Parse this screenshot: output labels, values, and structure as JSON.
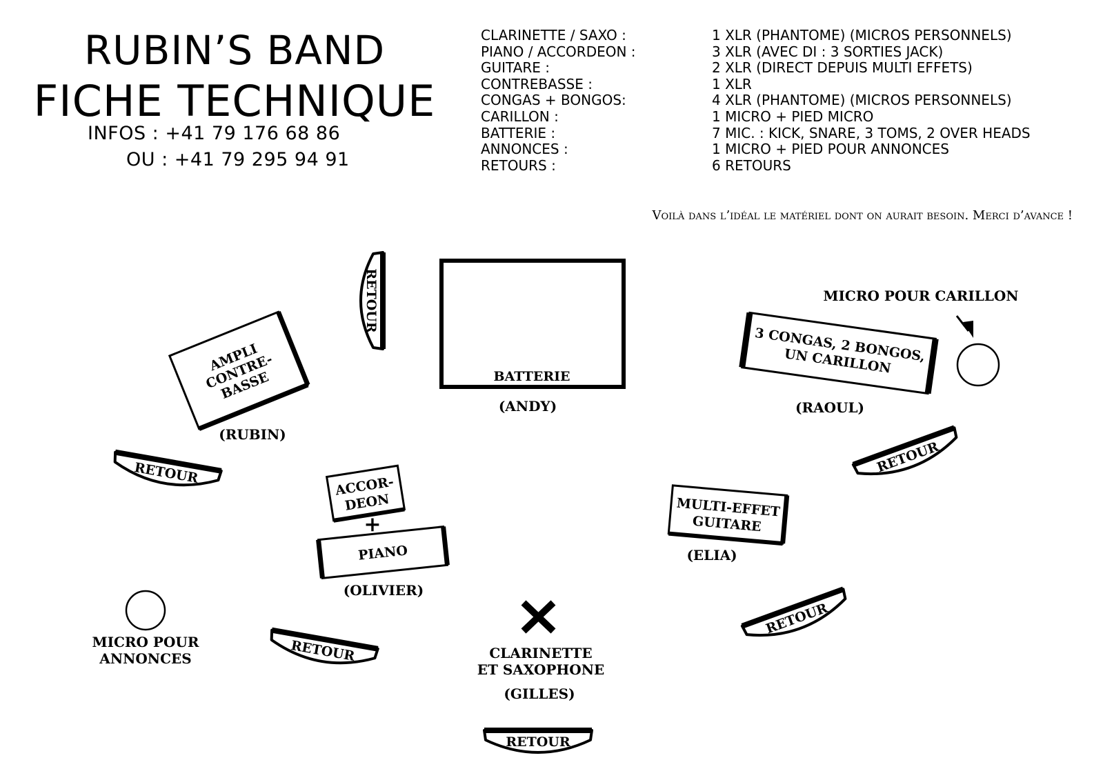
{
  "header": {
    "title_line1": "RUBIN’S BAND",
    "title_line2": "FICHE TECHNIQUE",
    "contact_line1": "INFOS : +41 79 176 68 86",
    "contact_line2": "OU : +41 79 295 94 91"
  },
  "specs": [
    {
      "instrument": "CLARINETTE / SAXO :",
      "need": "1 XLR (PHANTOME) (MICROS PERSONNELS)"
    },
    {
      "instrument": "PIANO / ACCORDEON :",
      "need": "3 XLR (AVEC DI : 3 SORTIES JACK)"
    },
    {
      "instrument": "GUITARE :",
      "need": "2 XLR (DIRECT DEPUIS MULTI EFFETS)"
    },
    {
      "instrument": "CONTREBASSE :",
      "need": "1 XLR"
    },
    {
      "instrument": "CONGAS + BONGOS:",
      "need": "4 XLR (PHANTOME) (MICROS PERSONNELS)"
    },
    {
      "instrument": "CARILLON :",
      "need": "1 MICRO + PIED MICRO"
    },
    {
      "instrument": "BATTERIE :",
      "need": "7 MIC. : KICK, SNARE, 3 TOMS, 2 OVER HEADS"
    },
    {
      "instrument": "ANNONCES :",
      "need": "1 MICRO + PIED POUR ANNONCES"
    },
    {
      "instrument": "RETOURS :",
      "need": "6 RETOURS"
    }
  ],
  "note": "Voilà dans l’idéal le matériel dont on aurait besoin. Merci d’avance !",
  "stage": {
    "batterie": {
      "label": "BATTERIE",
      "player": "(ANDY)"
    },
    "percussions": {
      "line1": "3 CONGAS, 2 BONGOS,",
      "line2": "UN CARILLON",
      "player": "(RAOUL)"
    },
    "carillon_mic": {
      "label": "MICRO POUR CARILLON"
    },
    "ampli": {
      "line1": "AMPLI",
      "line2": "CONTRE-",
      "line3": "BASSE",
      "player": "(RUBIN)"
    },
    "accordeon": {
      "line1": "ACCOR-",
      "line2": "DEON"
    },
    "plus": "+",
    "piano": {
      "label": "PIANO",
      "player": "(OLIVIER)"
    },
    "multi_effet": {
      "line1": "MULTI-EFFET",
      "line2": "GUITARE",
      "player": "(ELIA)"
    },
    "annonces_mic": {
      "line1": "MICRO POUR",
      "line2": "ANNONCES"
    },
    "clarinette": {
      "line1": "CLARINETTE",
      "line2": "ET SAXOPHONE",
      "player": "(GILLES)"
    },
    "retour_label": "RETOUR"
  }
}
